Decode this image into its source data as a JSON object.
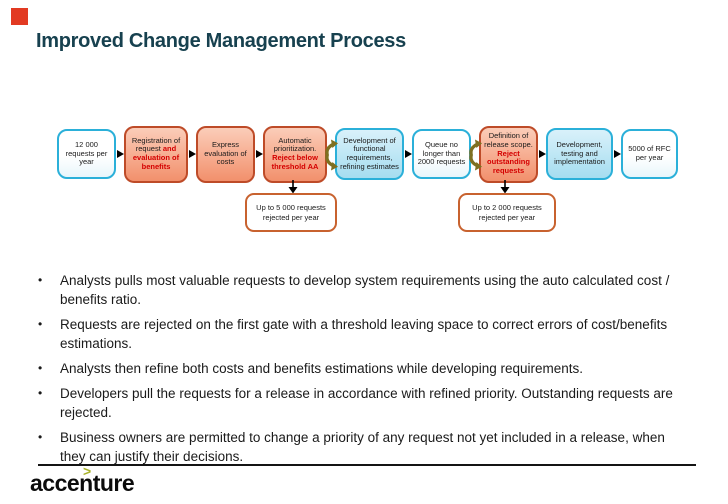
{
  "slide": {
    "title": "Improved Change Management Process"
  },
  "flow": {
    "steps": [
      {
        "black": "12 000 requests per year",
        "red": ""
      },
      {
        "black": "Registration of request ",
        "red": "and evaluation of benefits"
      },
      {
        "black": "Express evaluation of costs",
        "red": ""
      },
      {
        "black": "Automatic prioritization. ",
        "red": "Reject below threshold AA"
      },
      {
        "black": "Development of functional requirements, refining estimates",
        "red": ""
      },
      {
        "black": "Queue no longer than 2000 requests",
        "red": ""
      },
      {
        "black": "Definition of release scope. ",
        "red": "Reject outstanding requests"
      },
      {
        "black": "Development, testing and implementation",
        "red": ""
      },
      {
        "black": "5000 of RFC per year",
        "red": ""
      }
    ],
    "rejected_left": "Up to 5 000 requests rejected per year",
    "rejected_right": "Up to 2 000 requests rejected per year"
  },
  "bullets": [
    "Analysts pulls most valuable requests to develop system requirements using the auto calculated cost / benefits ratio.",
    "Requests are rejected on the first gate with a threshold leaving space to correct errors of cost/benefits estimations.",
    "Analysts then refine both costs and benefits estimations while developing requirements.",
    "Developers pull the requests for a release in accordance with refined priority. Outstanding requests are rejected.",
    "Business owners are permitted to change a priority of any request not yet included in a release, when they can justify their decisions."
  ],
  "footer": {
    "logo_text": "accenture",
    "logo_symbol": ">"
  },
  "bullet_glyph": "•",
  "colors": {
    "corner_red": "#E23A22",
    "title_color": "#17414F",
    "text_color": "#1A1A1A",
    "red_text": "#D40000",
    "red_box_border": "#BE4B28",
    "red_box_fill_top": "#FBCDB9",
    "red_box_fill_bottom": "#F2906C",
    "blue_border": "#2BB0D9",
    "blue_fill_top": "#D9F1FA",
    "blue_fill_bottom": "#A5DDF0",
    "outline_fill_top": "#FFFFFF",
    "outline_fill_bottom": "#E8F6FB",
    "reject_border": "#C8622F",
    "olive": "#7E7021",
    "logo_green": "#A9B32A"
  }
}
